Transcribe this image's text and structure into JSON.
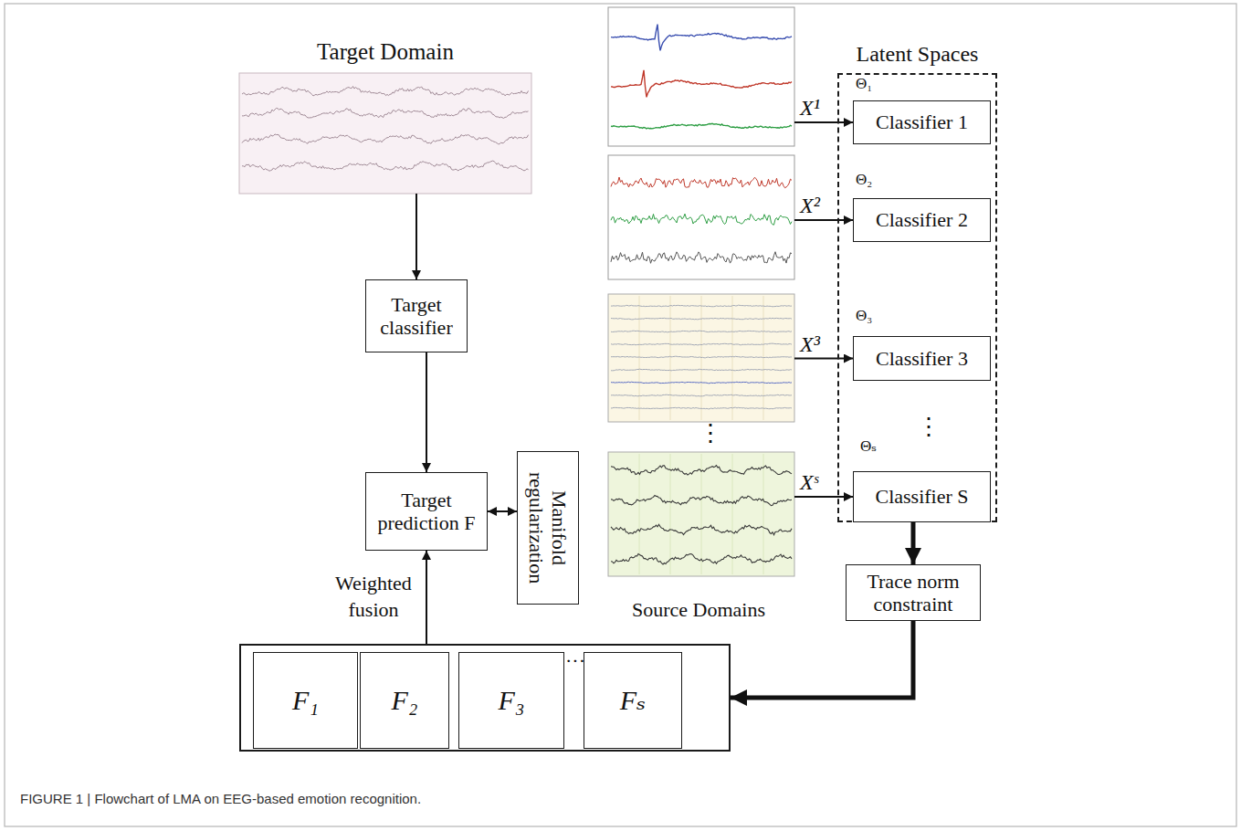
{
  "diagram": {
    "caption": "FIGURE 1 | Flowchart of LMA on EEG-based emotion recognition.",
    "nodes": [
      {
        "text": [
          "Target Domain"
        ]
      },
      {
        "text": [
          "Target classifier"
        ]
      },
      {
        "text": [
          "Target prediction F"
        ]
      },
      {
        "text": [
          "Manifold regularization"
        ]
      },
      {
        "text": [
          "Latent Spaces"
        ]
      },
      {
        "text": [
          "Classifier 1"
        ],
        "in": 4
      },
      {
        "text": [
          "Classifier 2"
        ],
        "in": 4
      },
      {
        "text": [
          "Classifier 3"
        ],
        "in": 4
      },
      {
        "text": [
          "Classifier S"
        ],
        "in": 4
      },
      {
        "text": [
          "Source Domains"
        ]
      },
      {
        "text": [
          "Trace norm constraint"
        ]
      },
      {
        "text": [
          "···"
        ]
      },
      {
        "text": [
          "F₁"
        ],
        "in": 11
      },
      {
        "text": [
          "F₂"
        ],
        "in": 11
      },
      {
        "text": [
          "F₃"
        ],
        "in": 11
      },
      {
        "text": [
          "Fₛ"
        ],
        "in": 11
      }
    ],
    "edges": [
      {
        "from": 0,
        "to": 1,
        "arrow": "to"
      },
      {
        "from": 1,
        "to": 2,
        "arrow": "to"
      },
      {
        "from": 2,
        "to": 3,
        "arrow": "both"
      },
      {
        "from": 9,
        "to": 5,
        "label": "X¹",
        "arrow": "to"
      },
      {
        "from": 9,
        "to": 6,
        "label": "X²",
        "arrow": "to"
      },
      {
        "from": 9,
        "to": 7,
        "label": "X³",
        "arrow": "to"
      },
      {
        "from": 9,
        "to": 8,
        "label": "Xˢ",
        "arrow": "to"
      },
      {
        "from": 4,
        "to": 10,
        "arrow": "to"
      },
      {
        "from": 10,
        "to": 11,
        "arrow": "to"
      },
      {
        "from": 11,
        "to": 2,
        "label": "Weighted fusion",
        "arrow": "to"
      }
    ],
    "labels": [
      "Θ₁",
      "Θ₂",
      "Θ₃",
      "Θₛ",
      "⋮",
      "⋮"
    ]
  }
}
